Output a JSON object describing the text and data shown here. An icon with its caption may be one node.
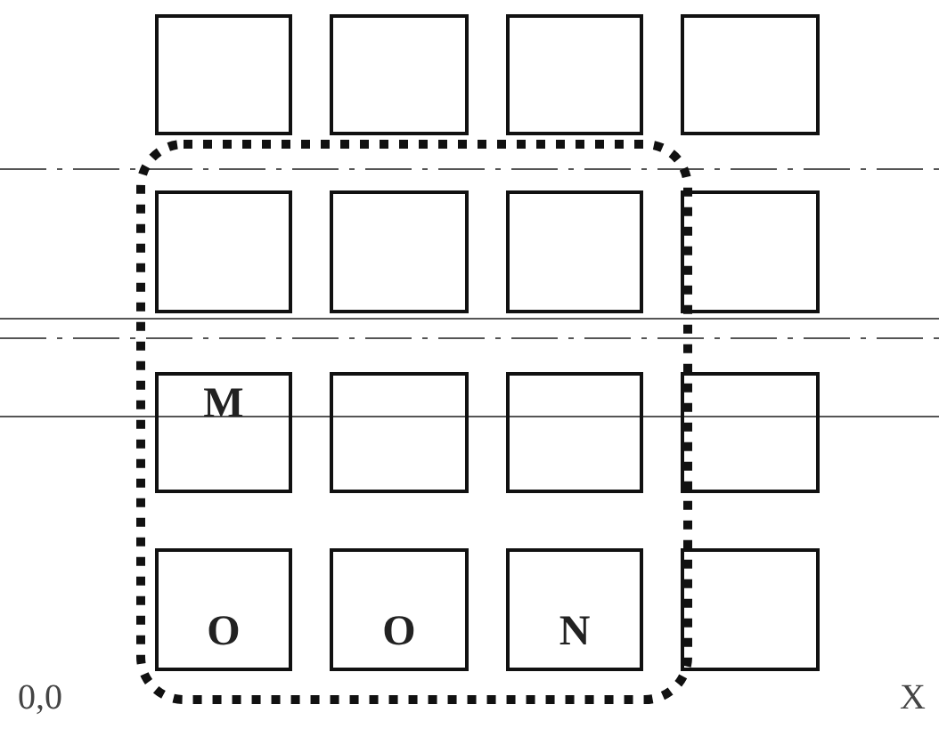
{
  "diagram": {
    "nodes": [
      {
        "text": [],
        "shape": "box"
      },
      {
        "text": [],
        "shape": "box"
      },
      {
        "text": [],
        "shape": "box"
      },
      {
        "text": [],
        "shape": "box"
      },
      {
        "text": [],
        "shape": "box"
      },
      {
        "text": [],
        "shape": "box",
        "in": 4
      },
      {
        "text": [],
        "shape": "box",
        "in": 4
      },
      {
        "text": [],
        "shape": "box",
        "in": 4
      },
      {
        "text": [],
        "shape": "box"
      },
      {
        "text": [
          "M"
        ],
        "in": 4
      },
      {
        "text": [],
        "shape": "box",
        "in": 4
      },
      {
        "text": [],
        "shape": "box",
        "in": 4
      },
      {
        "text": [],
        "shape": "box"
      },
      {
        "text": [
          "O"
        ],
        "in": 4
      },
      {
        "text": [
          "O"
        ],
        "in": 4
      },
      {
        "text": [
          "N"
        ],
        "in": 4
      },
      {
        "text": [],
        "shape": "box"
      }
    ],
    "labels": [
      "0,0",
      "X"
    ]
  }
}
